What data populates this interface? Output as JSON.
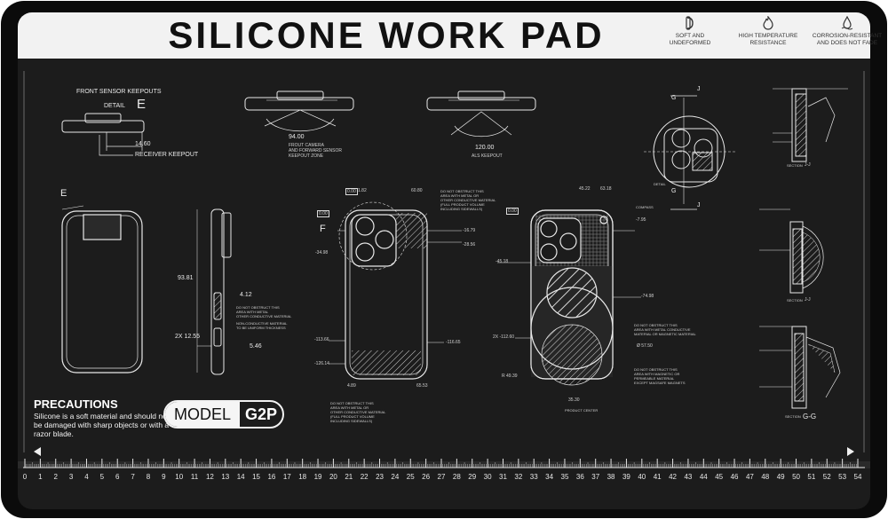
{
  "header": {
    "title": "SILICONE WORK PAD",
    "features": [
      {
        "icon": "phone-bend-icon",
        "label_line1": "SOFT AND",
        "label_line2": "UNDEFORMED"
      },
      {
        "icon": "flame-icon",
        "label_line1": "HIGH TEMPERATURE",
        "label_line2": "RESISTANCE"
      },
      {
        "icon": "corrosion-drop-icon",
        "label_line1": "CORROSION-RESISTANT",
        "label_line2": "AND DOES NOT FADE"
      }
    ]
  },
  "drawings": {
    "front_sensor_keepouts": "FRONT SENSOR KEEPOUTS",
    "detail_e": "DETAIL",
    "detail_e_letter": "E",
    "receiver_value": "14.60",
    "receiver_label": "RECEIVER KEEPOUT",
    "front_camera_value": "94.00",
    "front_camera_line1": "FROUT CAMERA",
    "front_camera_line2": "AND FORWARD SENSOR",
    "front_camera_line3": "KEEPOUT ZONE",
    "als_value": "120.00",
    "als_label": "ALS KEEPOUT",
    "e_marker": "E",
    "f_marker": "F",
    "g_marker_top": "G",
    "g_marker_bottom": "G",
    "j_marker_top": "J",
    "j_marker_bottom": "J",
    "detail_label": "DETAIL",
    "side_height": "93.81",
    "side_width": "4.12",
    "side_button": "2X 12.55",
    "side_thickness": "5.46",
    "side_note_line1": "DO NOT OBSTRUCT THIS",
    "side_note_line2": "AREA WITH METAL",
    "side_note_line3": "OTHER CONDUCTIVE MATERIAL",
    "side_note_line4": "NON-CONDUCTIVE MATERIAL",
    "side_note_line5": "TO BE UNIFORM THICKNESS",
    "back_zero_top": "0.00",
    "back_zero_left": "0.00",
    "back_dims": {
      "a": "1.82",
      "b": "60.80",
      "c": "-16.79",
      "d": "-28.56",
      "e": "-34.98",
      "f": "-113.66",
      "g": "-116.65",
      "h": "-126.14",
      "i": "4.89",
      "j": "65.53"
    },
    "back_note_line1": "DO NOT OBSTRUCT THIS",
    "back_note_line2": "AREA WITH METAL OR",
    "back_note_line3": "OTHER CONDUCTIVE MATERIAL",
    "back_note_line4": "(FULL PRODUCT VOLUME",
    "back_note_line5": "INCLUDING SIDEWALLS)",
    "magsafe_zero": "0.00",
    "magsafe_dims": {
      "a": "45.22",
      "b": "63.18",
      "c": "-7.95",
      "d": "-45.18",
      "e": "-74.98",
      "f": "2X -112.60",
      "g": "Ø 57.50",
      "h": "R 49.39",
      "i": "35.30"
    },
    "compass_label": "COMPASS",
    "product_center": "PRODUCT CENTER",
    "magsafe_note1_line1": "DO NOT OBSTRUCT THIS",
    "magsafe_note1_line2": "AREA WITH METAL CONDUCTIVE",
    "magsafe_note1_line3": "MATERIAL OR MAGNETIC MATERIAL",
    "magsafe_note2_line1": "DO NOT OBSTRUCT THIS",
    "magsafe_note2_line2": "AREA WITH MAGNETIC OR",
    "magsafe_note2_line3": "PERMEABLE MATERIAL",
    "magsafe_note2_line4": "EXCEPT MAGSAFE MAGNETS",
    "section_jj_top": "SECTION",
    "section_jj_top_letters": "J-J",
    "section_jj_mid": "SECTION",
    "section_jj_mid_letters": "J-J",
    "section_gg": "SECTION",
    "section_gg_letters": "G-G"
  },
  "precautions": {
    "title": "PRECAUTIONS",
    "text": "Silicone is a soft material and should not be damaged with sharp objects or with a razor blade."
  },
  "model": {
    "label": "MODEL",
    "code": "G2P"
  },
  "ruler": {
    "numbers": [
      "0",
      "1",
      "2",
      "3",
      "4",
      "5",
      "6",
      "7",
      "8",
      "9",
      "10",
      "11",
      "12",
      "13",
      "14",
      "15",
      "16",
      "17",
      "18",
      "19",
      "20",
      "21",
      "22",
      "23",
      "24",
      "25",
      "26",
      "27",
      "28",
      "29",
      "30",
      "31",
      "32",
      "33",
      "34",
      "35",
      "36",
      "37",
      "38",
      "39",
      "40",
      "41",
      "42",
      "43",
      "44",
      "45",
      "46",
      "47",
      "48",
      "49",
      "50",
      "51",
      "52",
      "53",
      "54"
    ]
  },
  "colors": {
    "pad": "#1b1b1b",
    "border": "#0c0c0c",
    "header": "#f2f2f2",
    "line": "#e8e8e8"
  }
}
